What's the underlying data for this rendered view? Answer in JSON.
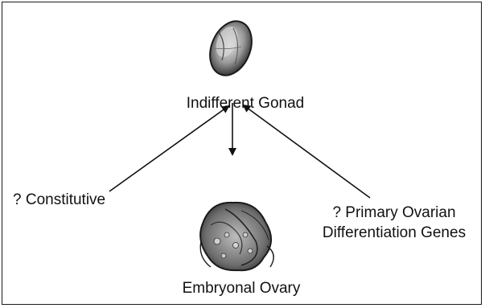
{
  "diagram": {
    "top_node": {
      "label": "Indifferent Gonad",
      "icon": "gonad-icon"
    },
    "bottom_node": {
      "label": "Embryonal Ovary",
      "icon": "ovary-icon"
    },
    "left_input": {
      "label": "? Constitutive"
    },
    "right_input": {
      "line1": "? Primary Ovarian",
      "line2": "Differentiation Genes"
    },
    "edges": [
      {
        "from": "? Constitutive",
        "to": "Indifferent Gonad"
      },
      {
        "from": "Indifferent Gonad",
        "to": "Embryonal Ovary"
      },
      {
        "from": "? Primary Ovarian Differentiation Genes",
        "to": "Indifferent Gonad"
      }
    ]
  }
}
